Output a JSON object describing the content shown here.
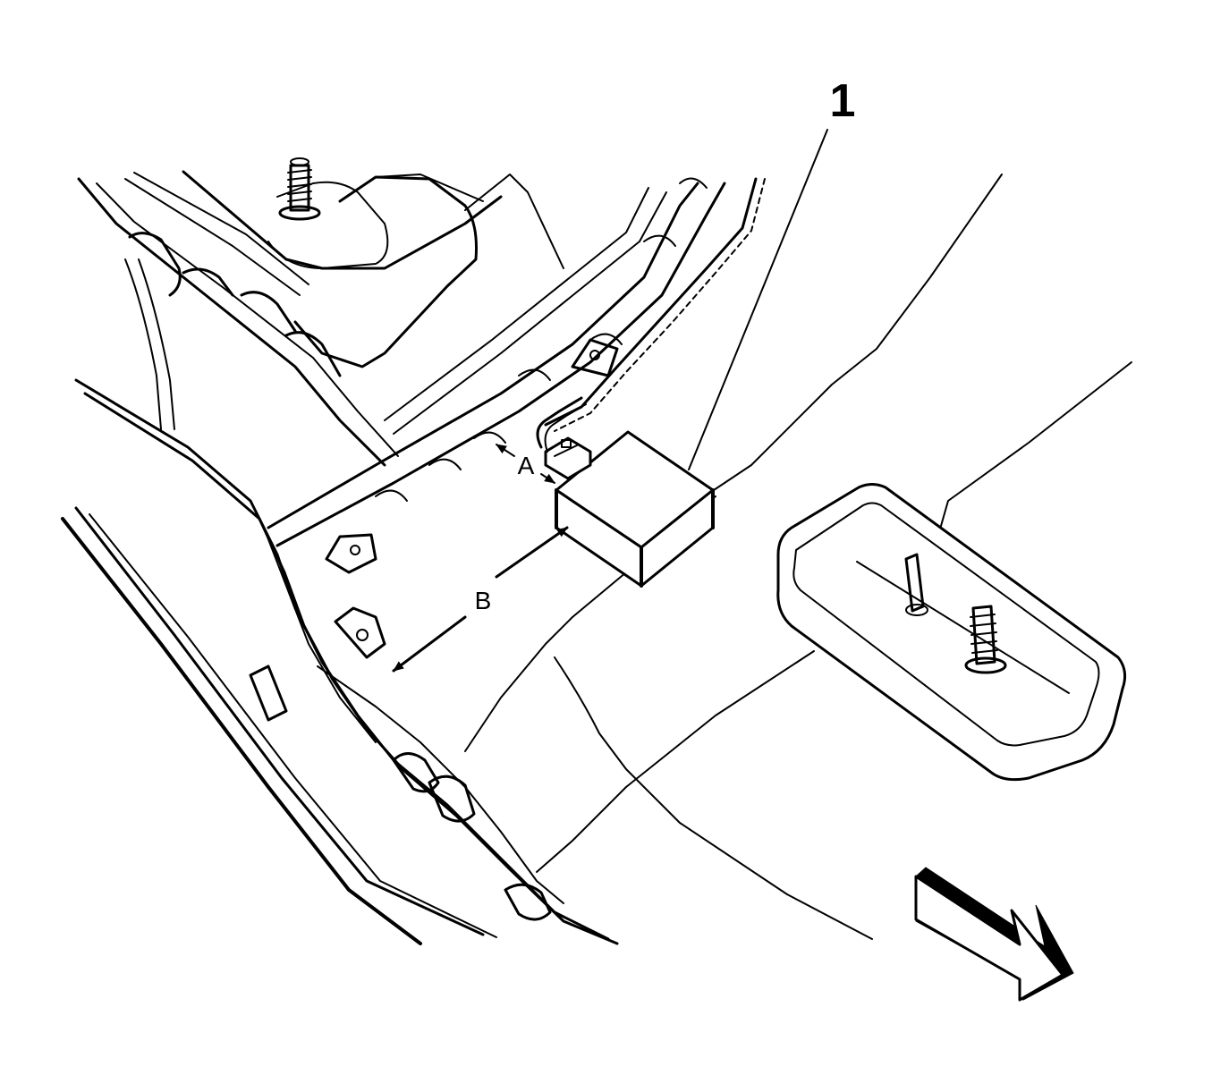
{
  "callouts": [
    {
      "id": "1",
      "text": "1"
    }
  ],
  "dimensions": [
    {
      "id": "A",
      "text": "A"
    },
    {
      "id": "B",
      "text": "B"
    }
  ]
}
